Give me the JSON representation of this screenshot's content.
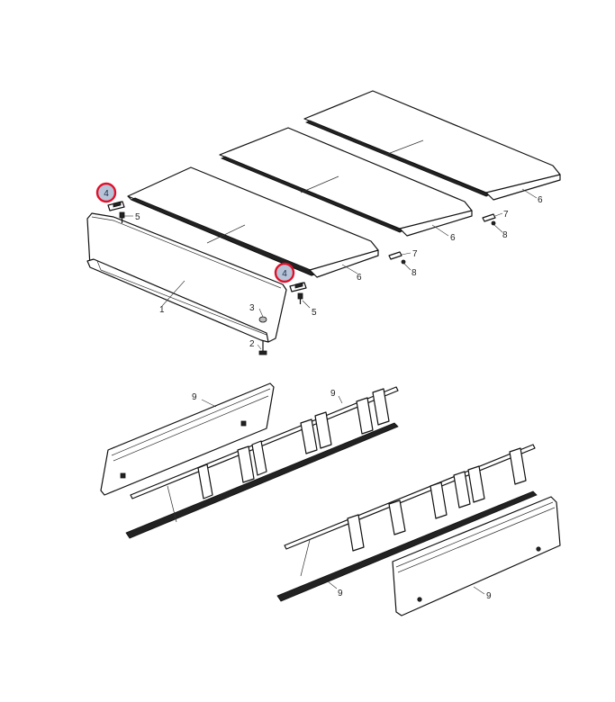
{
  "callouts": {
    "c1": "1",
    "c2": "2",
    "c3": "3",
    "c4a": "4",
    "c4b": "4",
    "c5a": "5",
    "c5b": "5",
    "c6a": "6",
    "c6b": "6",
    "c6c": "6",
    "c7a": "7",
    "c7b": "7",
    "c8a": "8",
    "c8b": "8",
    "c9a": "9",
    "c9b": "9",
    "c9c": "9",
    "c9d": "9"
  },
  "highlight": {
    "ring_color": "#e0112b",
    "fill_color": "#b7c4d8",
    "highlighted_part": "4"
  }
}
